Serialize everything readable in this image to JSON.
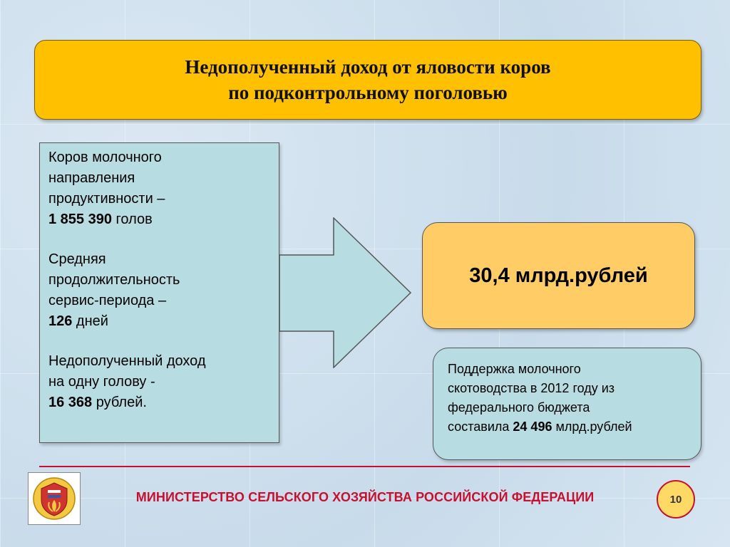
{
  "title": {
    "line1": "Недополученный доход от яловости коров",
    "line2": "по подконтрольному поголовью"
  },
  "left_box": {
    "cows": {
      "line1": "Коров молочного",
      "line2": "направления",
      "line3": "продуктивности –",
      "value": "1 855 390",
      "unit": " голов"
    },
    "service": {
      "line1": "Средняя",
      "line2": "продолжительность",
      "line3": "сервис-периода –",
      "value": "126",
      "unit": " дней"
    },
    "loss": {
      "line1": "Недополученный доход",
      "line2": "на одну голову  -",
      "value": "16 368",
      "unit": " рублей."
    }
  },
  "result": {
    "text": "30,4 млрд.рублей"
  },
  "support": {
    "line1": "Поддержка молочного",
    "line2": "скотоводства в 2012 году  из",
    "line3": "федерального бюджета",
    "line4_prefix": "составила ",
    "value": "24 496",
    "unit": " млрд.рублей"
  },
  "footer": {
    "ministry": "МИНИСТЕРСТВО СЕЛЬСКОГО ХОЗЯЙСТВА РОССИЙСКОЙ ФЕДЕРАЦИИ",
    "page_number": "10"
  },
  "colors": {
    "title_fill": "#ffc000",
    "result_fill": "#ffcc66",
    "panel_fill": "#b7dde2",
    "accent_red": "#c8102e"
  },
  "icons": {
    "arrow": "right-arrow-icon",
    "logo": "ministry-emblem-icon"
  }
}
